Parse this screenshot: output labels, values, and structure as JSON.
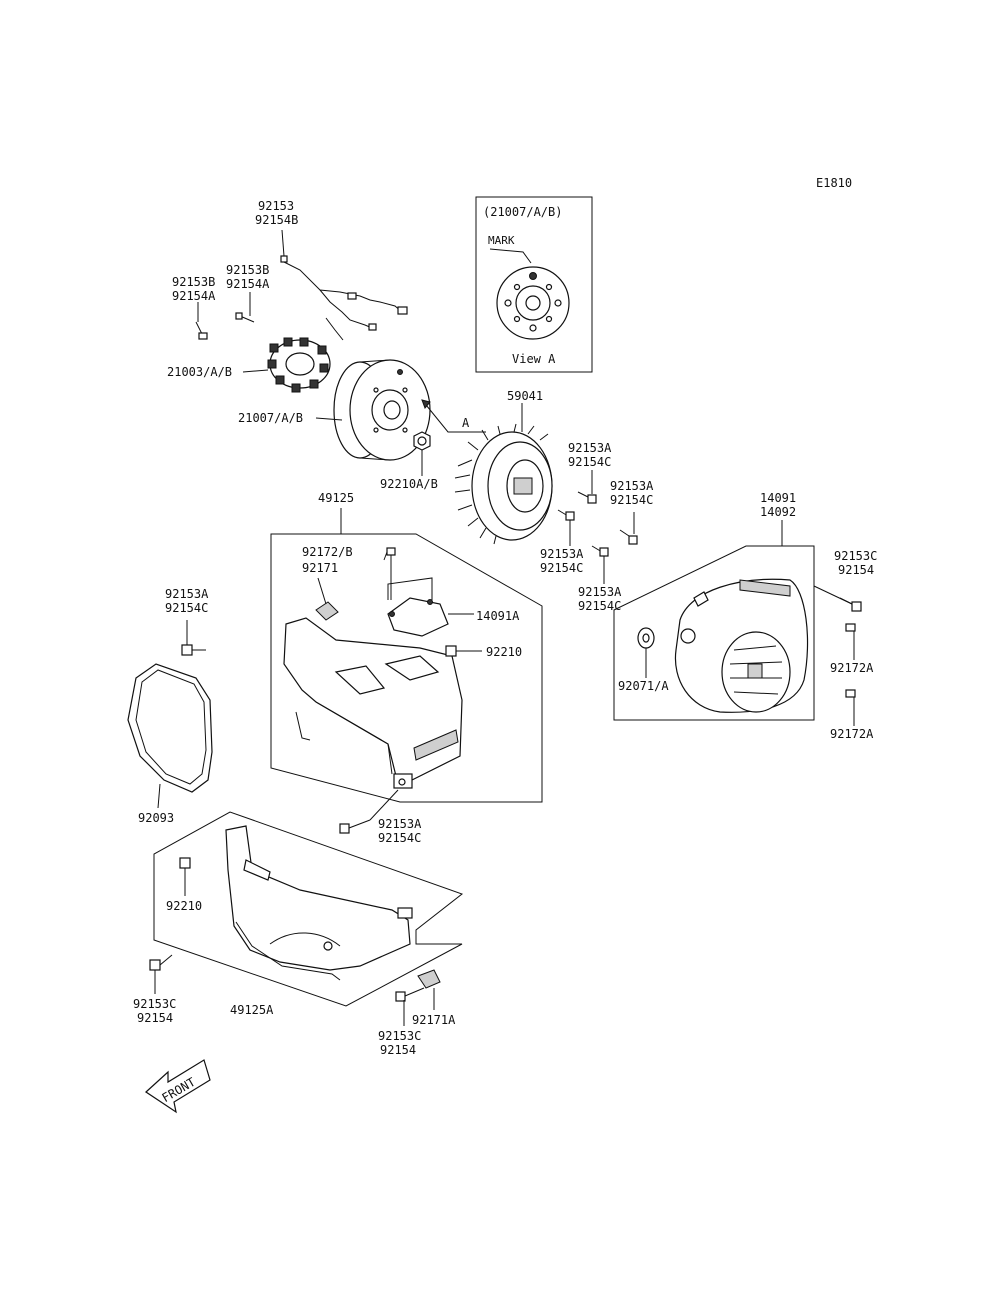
{
  "diagram_code": "E1810",
  "view_box": {
    "title": "(21007/A/B)",
    "mark_label": "MARK",
    "caption": "View A"
  },
  "view_pointer": "A",
  "front_label": "FRONT",
  "labels": {
    "l_92153_top": "92153",
    "l_92154B_top": "92154B",
    "l_92153B_left": "92153B",
    "l_92154A_left": "92154A",
    "l_92153B_mid": "92153B",
    "l_92154A_mid": "92154A",
    "l_21003": "21003/A/B",
    "l_21007": "21007/A/B",
    "l_92210AB": "92210A/B",
    "l_59041": "59041",
    "l_92153A_r1": "92153A",
    "l_92154C_r1": "92154C",
    "l_92153A_r2": "92153A",
    "l_92154C_r2": "92154C",
    "l_92153A_r3": "92153A",
    "l_92154C_r3": "92154C",
    "l_92153A_r4": "92153A",
    "l_92154C_r4": "92154C",
    "l_14091": "14091",
    "l_14092": "14092",
    "l_92153C_r": "92153C",
    "l_92154_r": "92154",
    "l_92172A_1": "92172A",
    "l_92172A_2": "92172A",
    "l_92071A": "92071/A",
    "l_49125": "49125",
    "l_92172B": "92172/B",
    "l_92171": "92171",
    "l_14091A": "14091A",
    "l_92210_mid": "92210",
    "l_92153A_left": "92153A",
    "l_92154C_left": "92154C",
    "l_92093": "92093",
    "l_92153A_bot": "92153A",
    "l_92154C_bot": "92154C",
    "l_92210_low": "92210",
    "l_92153C_bl": "92153C",
    "l_92154_bl": "92154",
    "l_49125A": "49125A",
    "l_92153C_bm": "92153C",
    "l_92154_bm": "92154",
    "l_92171A": "92171A"
  }
}
